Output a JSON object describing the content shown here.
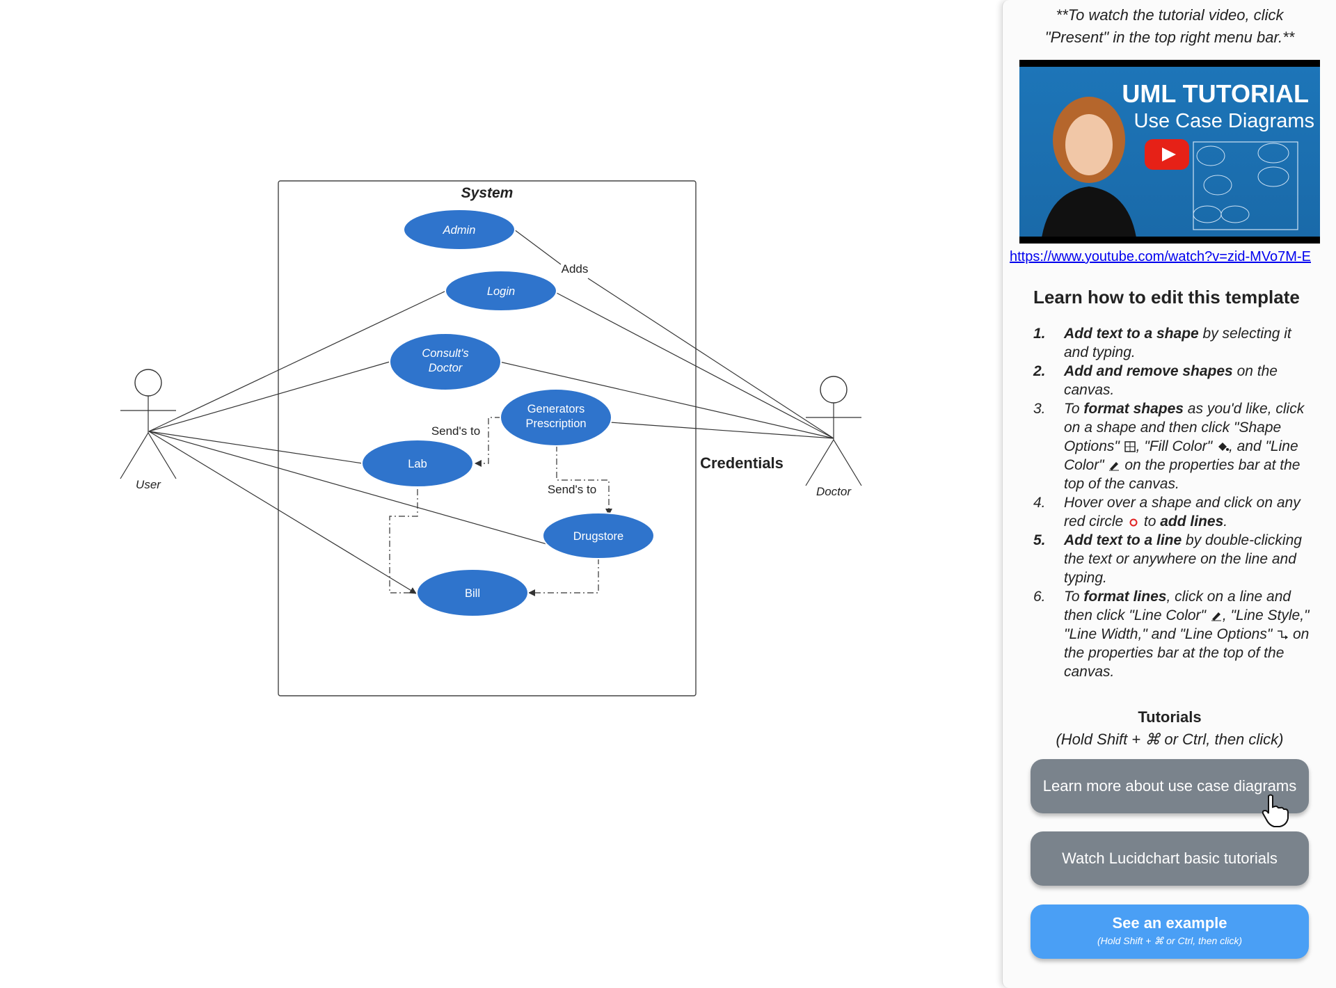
{
  "diagram": {
    "system_title": "System",
    "use_cases": {
      "admin": "Admin",
      "login": "Login",
      "consult_line1": "Consult's",
      "consult_line2": "Doctor",
      "generators_line1": "Generators",
      "generators_line2": "Prescription",
      "lab": "Lab",
      "drugstore": "Drugstore",
      "bill": "Bill"
    },
    "edge_labels": {
      "adds": "Adds",
      "sends_to_lab": "Send's to",
      "sends_to_drugstore": "Send's to"
    },
    "credentials": "Credentials",
    "actors": {
      "user": "User",
      "doctor": "Doctor"
    },
    "colors": {
      "use_case_fill": "#2f74cc",
      "line": "#333333"
    }
  },
  "panel": {
    "note_line1": "**To watch the tutorial video, click",
    "note_line2": "\"Present\" in the top right menu bar.**",
    "video": {
      "title": "UML TUTORIAL",
      "subtitle": "Use Case Diagrams",
      "link": "https://www.youtube.com/watch?v=zid-MVo7M-E"
    },
    "heading": "Learn how to edit this template",
    "steps": {
      "s1": {
        "num": "1.",
        "bold": "Add text to a shape",
        "rest": " by selecting it and typing."
      },
      "s2": {
        "num": "2.",
        "bold": "Add and remove shapes",
        "rest": " on the canvas."
      },
      "s3": {
        "num": "3.",
        "pre": "To ",
        "bold": "format shapes",
        "mid": " as you'd like, click on a shape and then click \"Shape Options\" ",
        "t2": ", \"Fill Color\" ",
        "t3": ", and \"Line Color\" ",
        "t4": " on the properties bar at the top of the canvas."
      },
      "s4": {
        "num": "4.",
        "pre": "Hover over a shape and click on any red circle ",
        "mid": " to ",
        "bold": "add lines",
        "end": "."
      },
      "s5": {
        "num": "5.",
        "bold": "Add text to a line",
        "rest": " by double-clicking the text or anywhere on the line and typing."
      },
      "s6": {
        "num": "6.",
        "pre": "To ",
        "bold": "format lines",
        "mid": ", click on a line and then click \"Line Color\" ",
        "t2": ", \"Line Style,\" \"Line Width,\" and \"Line Options\" ",
        "t3": " on the properties bar at the top of the canvas."
      }
    },
    "tutorials_title": "Tutorials",
    "tutorials_sub": "(Hold Shift + ⌘ or Ctrl, then click)",
    "buttons": {
      "learn_more": "Learn more about use case diagrams",
      "watch": "Watch Lucidchart basic tutorials",
      "example": "See an example",
      "example_sub": "(Hold Shift + ⌘ or Ctrl, then click)"
    },
    "icons": [
      "shape-options-icon",
      "fill-color-icon",
      "line-color-icon",
      "red-circle-icon",
      "line-options-icon",
      "hand-cursor-icon",
      "play-icon"
    ]
  }
}
